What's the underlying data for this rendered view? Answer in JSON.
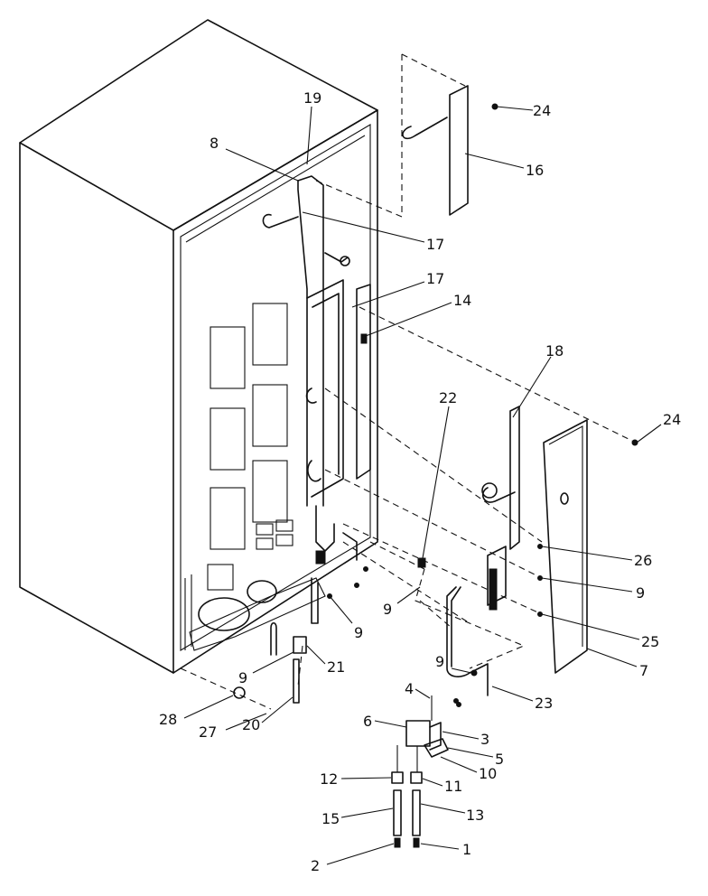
{
  "callouts": [
    {
      "id": "c19",
      "text": "19"
    },
    {
      "id": "c8",
      "text": "8"
    },
    {
      "id": "c24a",
      "text": "24"
    },
    {
      "id": "c16",
      "text": "16"
    },
    {
      "id": "c17a",
      "text": "17"
    },
    {
      "id": "c17b",
      "text": "17"
    },
    {
      "id": "c14",
      "text": "14"
    },
    {
      "id": "c18",
      "text": "18"
    },
    {
      "id": "c22",
      "text": "22"
    },
    {
      "id": "c24b",
      "text": "24"
    },
    {
      "id": "c26",
      "text": "26"
    },
    {
      "id": "c9a",
      "text": "9"
    },
    {
      "id": "c9b",
      "text": "9"
    },
    {
      "id": "c9c",
      "text": "9"
    },
    {
      "id": "c25",
      "text": "25"
    },
    {
      "id": "c7",
      "text": "7"
    },
    {
      "id": "c9d",
      "text": "9"
    },
    {
      "id": "c23",
      "text": "23"
    },
    {
      "id": "c9e",
      "text": "9"
    },
    {
      "id": "c21",
      "text": "21"
    },
    {
      "id": "c28",
      "text": "28"
    },
    {
      "id": "c27",
      "text": "27"
    },
    {
      "id": "c20",
      "text": "20"
    },
    {
      "id": "c4",
      "text": "4"
    },
    {
      "id": "c6",
      "text": "6"
    },
    {
      "id": "c3",
      "text": "3"
    },
    {
      "id": "c5",
      "text": "5"
    },
    {
      "id": "c10",
      "text": "10"
    },
    {
      "id": "c12",
      "text": "12"
    },
    {
      "id": "c11",
      "text": "11"
    },
    {
      "id": "c15",
      "text": "15"
    },
    {
      "id": "c13",
      "text": "13"
    },
    {
      "id": "c2",
      "text": "2"
    },
    {
      "id": "c1",
      "text": "1"
    }
  ]
}
